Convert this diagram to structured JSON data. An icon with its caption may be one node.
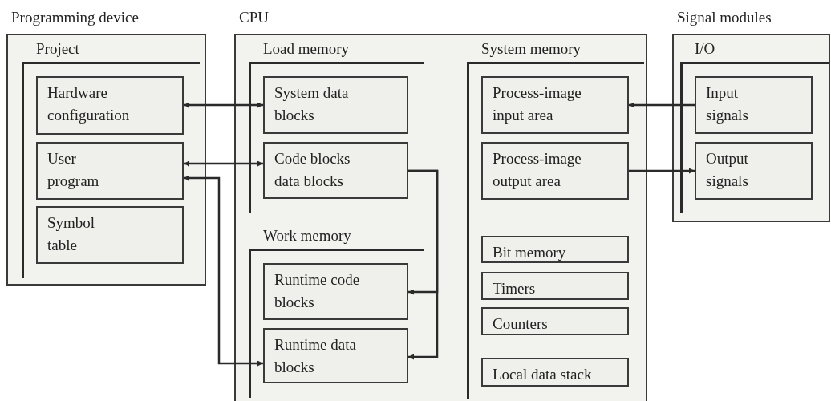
{
  "diagram": {
    "nodes": [
      {
        "text": [
          "Programming device"
        ]
      },
      {
        "text": [
          "Project"
        ],
        "in": 0
      },
      {
        "text": [
          "Hardware configuration"
        ],
        "in": 1
      },
      {
        "text": [
          "User program"
        ],
        "in": 1
      },
      {
        "text": [
          "Symbol table"
        ],
        "in": 1
      },
      {
        "text": [
          "CPU"
        ]
      },
      {
        "text": [
          "Load memory"
        ],
        "in": 5
      },
      {
        "text": [
          "System data blocks"
        ],
        "in": 6
      },
      {
        "text": [
          "Code blocks data blocks"
        ],
        "in": 6
      },
      {
        "text": [
          "Work memory"
        ],
        "in": 5
      },
      {
        "text": [
          "Runtime code blocks"
        ],
        "in": 9
      },
      {
        "text": [
          "Runtime data blocks"
        ],
        "in": 9
      },
      {
        "text": [
          "System memory"
        ],
        "in": 5
      },
      {
        "text": [
          "Process-image input area"
        ],
        "in": 12
      },
      {
        "text": [
          "Process-image output area"
        ],
        "in": 12
      },
      {
        "text": [
          "Bit memory"
        ],
        "in": 12
      },
      {
        "text": [
          "Timers"
        ],
        "in": 12
      },
      {
        "text": [
          "Counters"
        ],
        "in": 12
      },
      {
        "text": [
          "Local data stack"
        ],
        "in": 12
      },
      {
        "text": [
          "Signal modules"
        ]
      },
      {
        "text": [
          "I/O"
        ],
        "in": 19
      },
      {
        "text": [
          "Input signals"
        ],
        "in": 20
      },
      {
        "text": [
          "Output signals"
        ],
        "in": 20
      }
    ],
    "edges": [
      {
        "from": 2,
        "to": 7,
        "arrow": "both"
      },
      {
        "from": 3,
        "to": 8,
        "arrow": "both"
      },
      {
        "from": 11,
        "to": 3,
        "arrow": "both"
      },
      {
        "from": 8,
        "to": 10,
        "arrow": "to"
      },
      {
        "from": 8,
        "to": 11,
        "arrow": "to"
      },
      {
        "from": 21,
        "to": 13,
        "arrow": "to"
      },
      {
        "from": 14,
        "to": 22,
        "arrow": "to"
      }
    ]
  }
}
